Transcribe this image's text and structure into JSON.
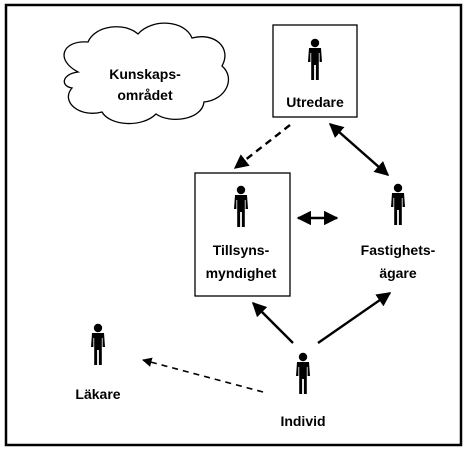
{
  "diagram": {
    "cloud": {
      "line1": "Kunskaps-",
      "line2": "området"
    },
    "nodes": {
      "utredare": "Utredare",
      "tillsyn_line1": "Tillsyns-",
      "tillsyn_line2": "myndighet",
      "fastighet_line1": "Fastighets-",
      "fastighet_line2": "ägare",
      "lakare": "Läkare",
      "individ": "Individ"
    }
  }
}
